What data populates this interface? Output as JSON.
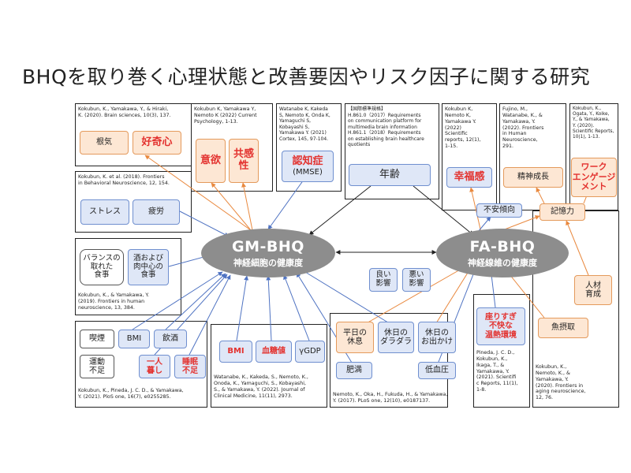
{
  "slide": {
    "title": "BHQを取り巻く心理状態と改善要因やリスク因子に関する研究"
  },
  "hubs": {
    "gm": {
      "title": "GM-BHQ",
      "subtitle": "神経細胞の健康度"
    },
    "fa": {
      "title": "FA-BHQ",
      "subtitle": "神経線維の健康度"
    }
  },
  "nodes": {
    "konki": "根気",
    "kokishin": "好奇心",
    "iyoku": "意欲",
    "kyokan": "共感\n性",
    "ninchi": "認知症",
    "mmse": "(MMSE)",
    "nenrei": "年齢",
    "kofuku": "幸福感",
    "seishin": "精神成長",
    "work": "ワーク\nエンゲージ\nメント",
    "stress": "ストレス",
    "hirou": "疲労",
    "balance": "バランスの\n取れた\n食事",
    "sake": "酒および\n肉中心の\n食事",
    "fuan": "不安傾向",
    "kioku": "記憶力",
    "yoi": "良い\n影響",
    "warui": "悪い\n影響",
    "jinzai": "人材\n育成",
    "sakana": "魚摂取",
    "kitsuen": "喫煙",
    "bmi1": "BMI",
    "inshu": "飲酒",
    "undo": "運動\n不足",
    "hitori": "一人\n暮し",
    "suimin": "睡眠\n不足",
    "bmi2": "BMI",
    "kettou": "血糖値",
    "gdp": "γGDP",
    "heijitsu": "平日の\n休息",
    "kyu_dara": "休日の\nダラダラ",
    "kyu_odekake": "休日の\nお出かけ",
    "himan": "肥満",
    "teiketsu": "低血圧",
    "suwari": "座りすぎ\n不快な\n温熱環境"
  },
  "refs": {
    "kokubun2020": "Kokubun, K., Yamakawa, Y., & Hiraki,\nK. (2020). Brain sciences, 10(3), 137.",
    "kokubun2022cp": "Kokubun K, Yamakawa Y,\nNemoto K (2022) Current\nPsychology, 1-13.",
    "watanabe2021": "Watanabe K, Kakeda\nS, Nemoto K, Onda K,\nYamaguchi S,\nKobayashi S,\nYamakawa Y. (2021)\nCortex, 145, 97-104.",
    "kokusai": "【国際標準規格】\nH.861.0（2017）Requirements\non communication platform for\nmultimedia brain information\nH.861.1（2018）Requirements\non establishing brain healthcare\nquotients",
    "kokubun2022sr": "Kokubun K,\nNemoto K,\nYamakawa Y.\n(2022)\nScientific\nreports, 12(1),\n1-15.",
    "fujino2022": "Fujino, M.,\nWatanabe, K., &\nYamakawa, Y.\n(2022). Frontiers\nin Human\nNeuroscience,\n291.",
    "kokubun2020sr": "Kokubun, K.,\nOgata, Y., Koike,\nY., & Yamakawa,\nY. (2020).\nScientific Reports,\n10(1), 1-13.",
    "kokubun2018": "Kokubun, K. et al. (2018). Frontiers\nin Behavioral Neuroscience, 12, 154.",
    "kokubun2019": "Kokubun, K., & Yamakawa, Y.\n(2019). Frontiers in human\nneuroscience, 13, 384.",
    "kokubun2021": "Kokubun, K., Pineda, J. C. D., & Yamakawa,\nY. (2021). PloS one, 16(7), e0255285.",
    "watanabe2022": "Watanabe, K., Kakeda, S., Nemoto, K.,\nOnoda, K., Yamaguchi, S., Kobayashi,\nS., & Yamakawa, Y. (2022). Journal of\nClinical Medicine, 11(11), 2973.",
    "nemoto2017": "Nemoto, K., Oka, H., Fukuda, H., & Yamakawa,\nY. (2017). PLoS one, 12(10), e0187137.",
    "pineda2021": "Pineda, J. C. D.,\nKokubun, K.,\nIkaga, T., &\nYamakawa, Y.\n(2021). Scientifi\nc Reports, 11(1),\n1-8.",
    "kokubun2020fa": "Kokubun, K.,\nNemoto, K., &\nYamakawa, Y.\n(2020). Frontiers in\naging neuroscience,\n12, 76."
  },
  "colors": {
    "blue_fill": "#dfe7f7",
    "blue_border": "#6f8fcf",
    "orange_fill": "#fde7d4",
    "orange_border": "#e49a5c",
    "highlight_text": "#e3322f",
    "hub_fill": "#8d8d8d"
  }
}
